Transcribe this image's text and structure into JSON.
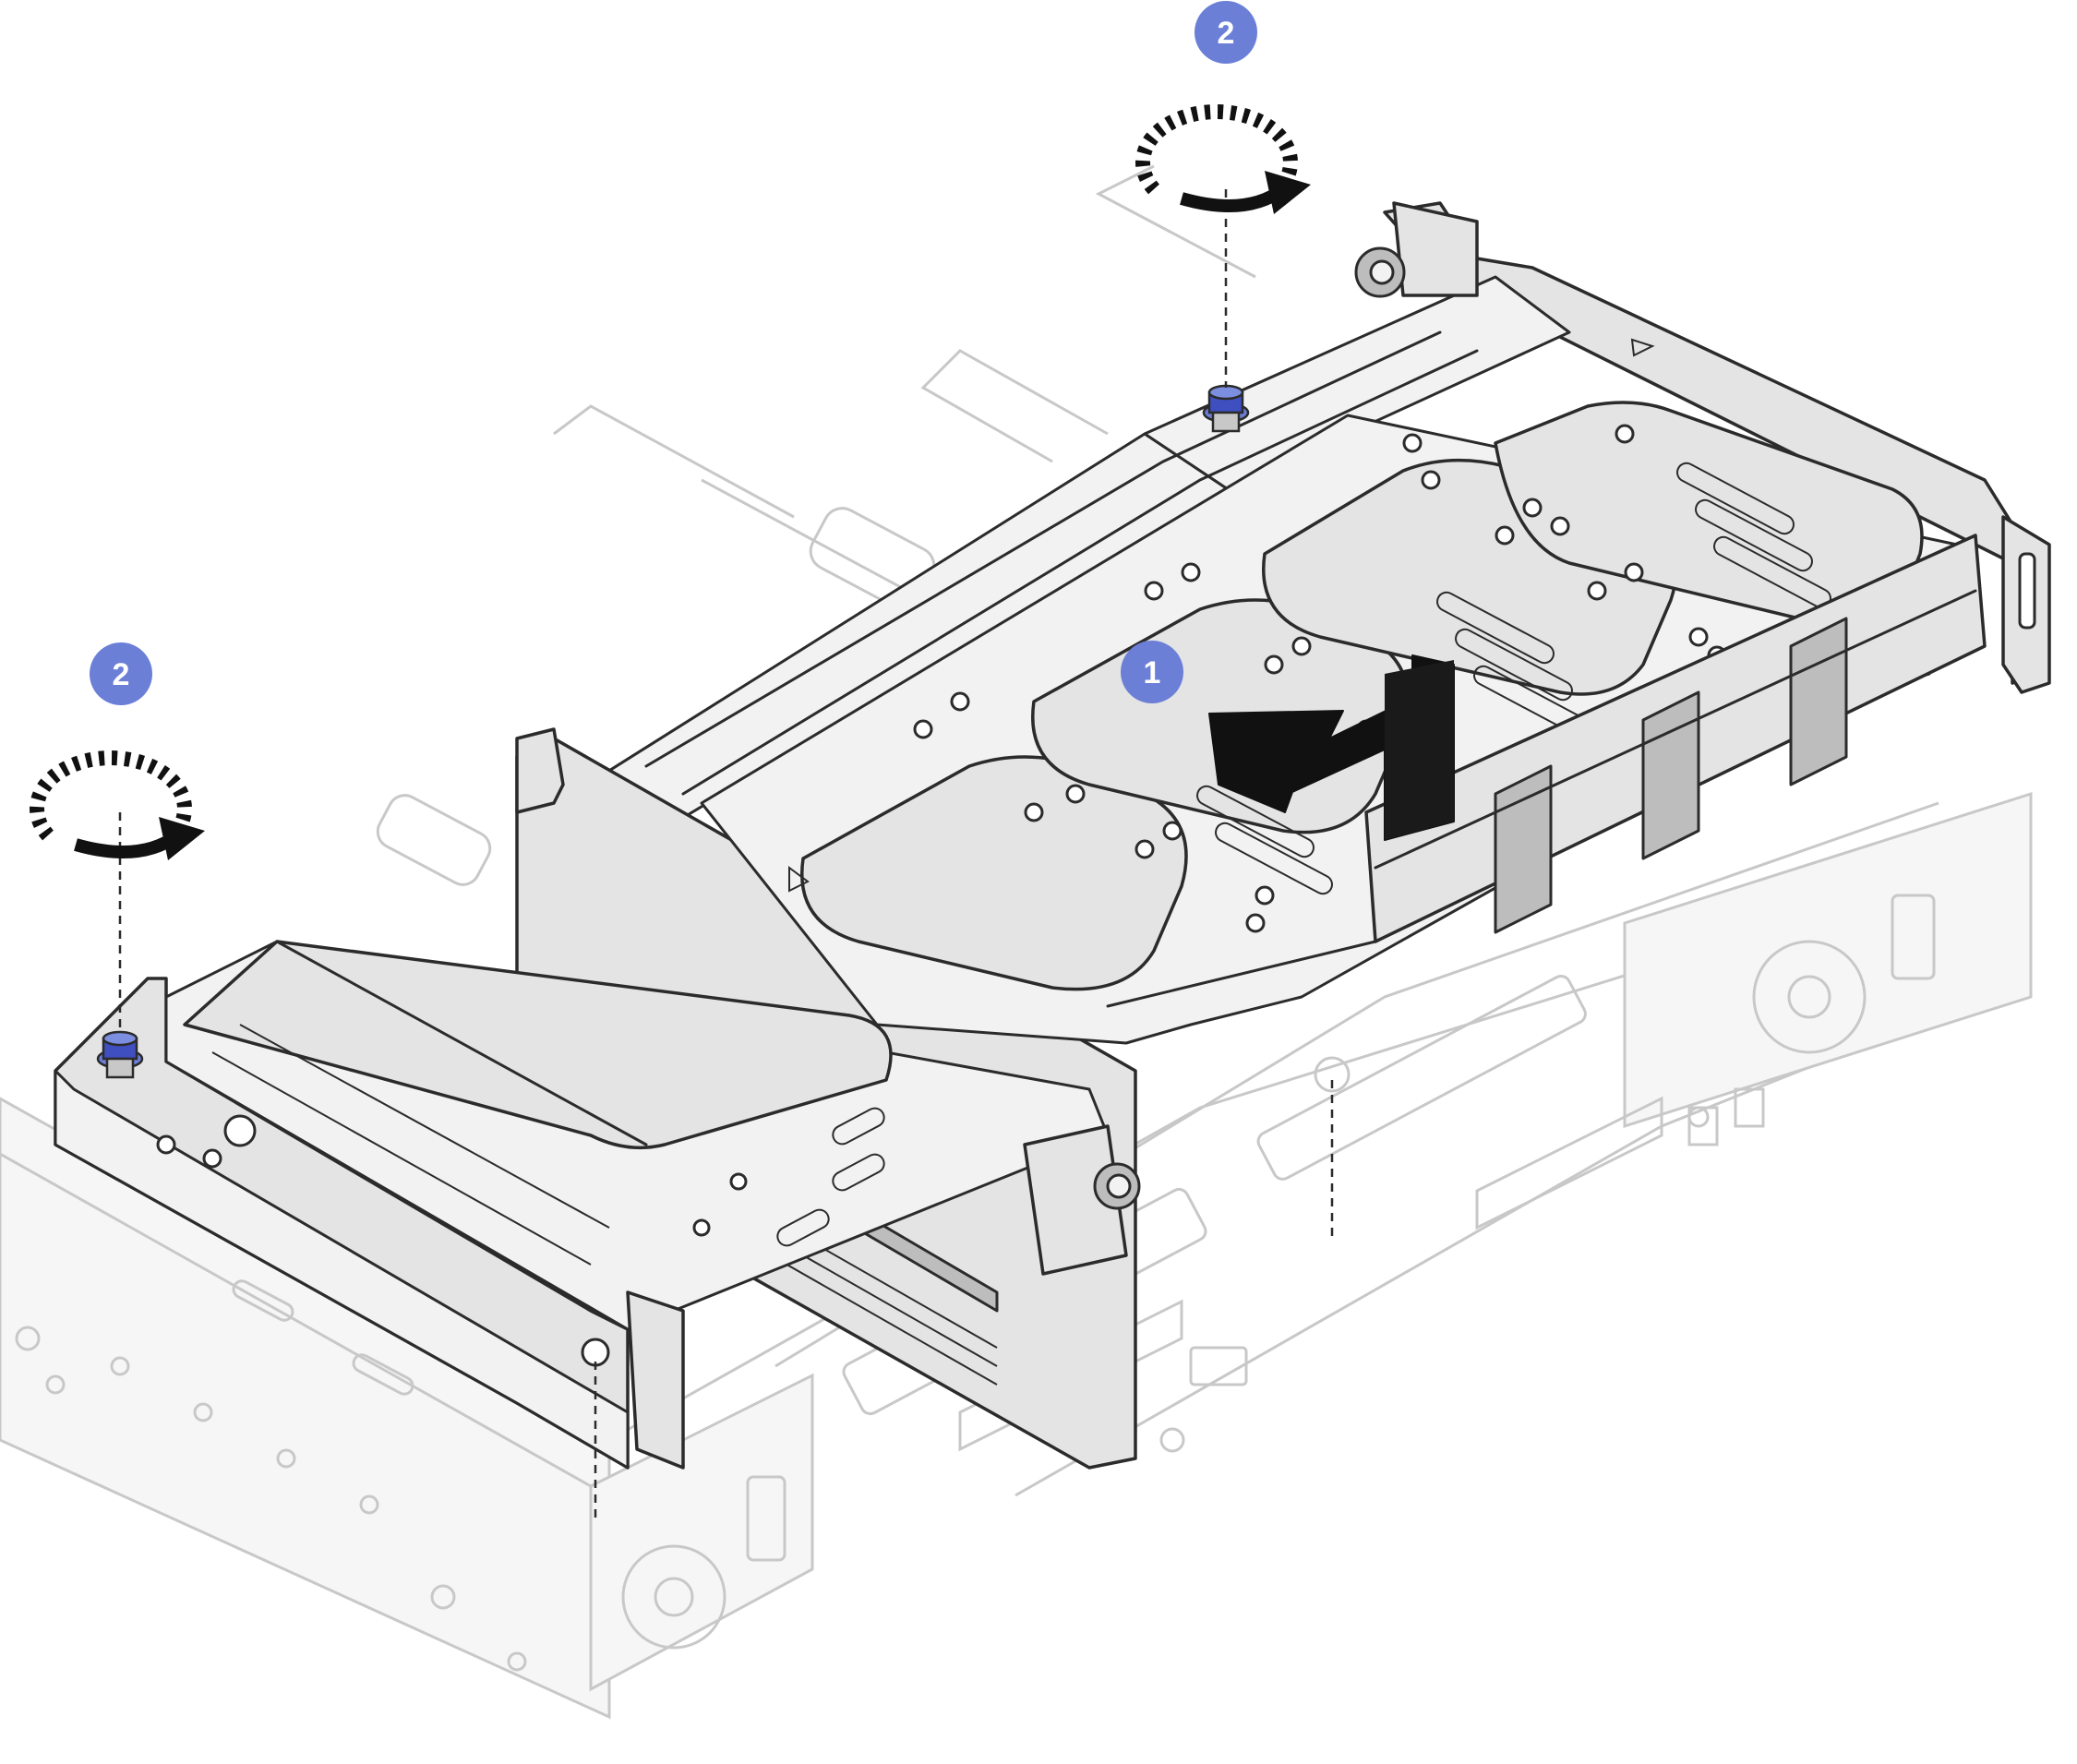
{
  "callouts": [
    {
      "id": "step-1",
      "label": "1"
    },
    {
      "id": "step-2-top",
      "label": "2"
    },
    {
      "id": "step-2-left",
      "label": "2"
    }
  ],
  "colors": {
    "callout": "#6b7fd7",
    "thumbscrew": "#3f4fc0",
    "outline": "#2b2b2b",
    "ghost": "#c8c8c8",
    "metal": "#e4e4e4"
  },
  "icons": [
    "rotate-clockwise-arrow-icon",
    "slide-direction-arrow-icon",
    "thumbscrew-icon"
  ]
}
